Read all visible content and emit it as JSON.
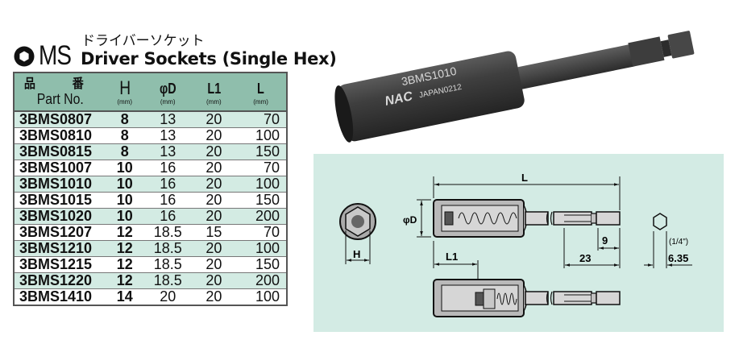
{
  "title": {
    "series_code": "MS",
    "japanese": "ドライバーソケット",
    "english": "Driver Sockets (Single Hex)"
  },
  "table": {
    "headers": {
      "part_jp": "品　番",
      "part_en": "Part No.",
      "h": "H",
      "d": "φD",
      "l1": "L1",
      "l": "L",
      "unit": "(mm)"
    },
    "rows": [
      {
        "part": "3BMS0807",
        "h": "8",
        "d": "13",
        "l1": "20",
        "l": "70"
      },
      {
        "part": "3BMS0810",
        "h": "8",
        "d": "13",
        "l1": "20",
        "l": "100"
      },
      {
        "part": "3BMS0815",
        "h": "8",
        "d": "13",
        "l1": "20",
        "l": "150"
      },
      {
        "part": "3BMS1007",
        "h": "10",
        "d": "16",
        "l1": "20",
        "l": "70"
      },
      {
        "part": "3BMS1010",
        "h": "10",
        "d": "16",
        "l1": "20",
        "l": "100"
      },
      {
        "part": "3BMS1015",
        "h": "10",
        "d": "16",
        "l1": "20",
        "l": "150"
      },
      {
        "part": "3BMS1020",
        "h": "10",
        "d": "16",
        "l1": "20",
        "l": "200"
      },
      {
        "part": "3BMS1207",
        "h": "12",
        "d": "18.5",
        "l1": "15",
        "l": "70"
      },
      {
        "part": "3BMS1210",
        "h": "12",
        "d": "18.5",
        "l1": "20",
        "l": "100"
      },
      {
        "part": "3BMS1215",
        "h": "12",
        "d": "18.5",
        "l1": "20",
        "l": "150"
      },
      {
        "part": "3BMS1220",
        "h": "12",
        "d": "18.5",
        "l1": "20",
        "l": "200"
      },
      {
        "part": "3BMS1410",
        "h": "14",
        "d": "20",
        "l1": "20",
        "l": "100"
      }
    ]
  },
  "photo": {
    "engraving_model": "3BMS1010",
    "engraving_brand": "NAC",
    "engraving_origin": "JAPAN0212"
  },
  "diagram": {
    "labels": {
      "L": "L",
      "D": "φD",
      "H": "H",
      "L1": "L1",
      "dim_9": "9",
      "dim_23": "23",
      "hex_inch": "(1/4\")",
      "hex_mm": "6.35"
    }
  },
  "colors": {
    "header_bg": "#8fbeac",
    "row_alt_bg": "#d3ebe3",
    "diagram_bg": "#d3ebe4"
  }
}
